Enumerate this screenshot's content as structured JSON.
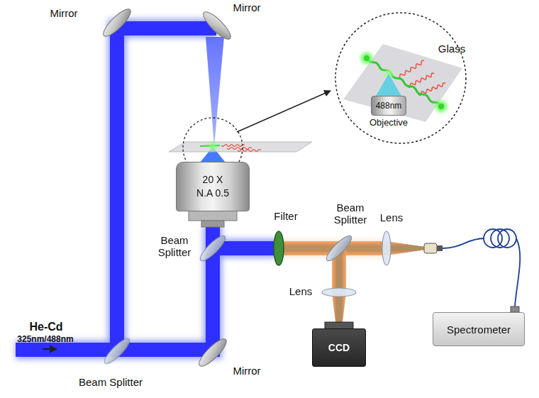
{
  "diagram": {
    "nodes": [
      {
        "text": [
          "20 X",
          "N.A 0.5"
        ]
      },
      {
        "text": [
          "CCD"
        ]
      },
      {
        "text": [
          "Spectrometer"
        ]
      },
      {
        "text": [
          "488nm",
          "Objective"
        ]
      }
    ],
    "labels": [
      "Mirror",
      "Mirror",
      "Glass",
      "Filter",
      "Beam Splitter",
      "Lens",
      "Beam Splitter",
      "Lens",
      "Mirror",
      "He-Cd",
      "325nm/488nm",
      "Beam Splitter"
    ]
  }
}
